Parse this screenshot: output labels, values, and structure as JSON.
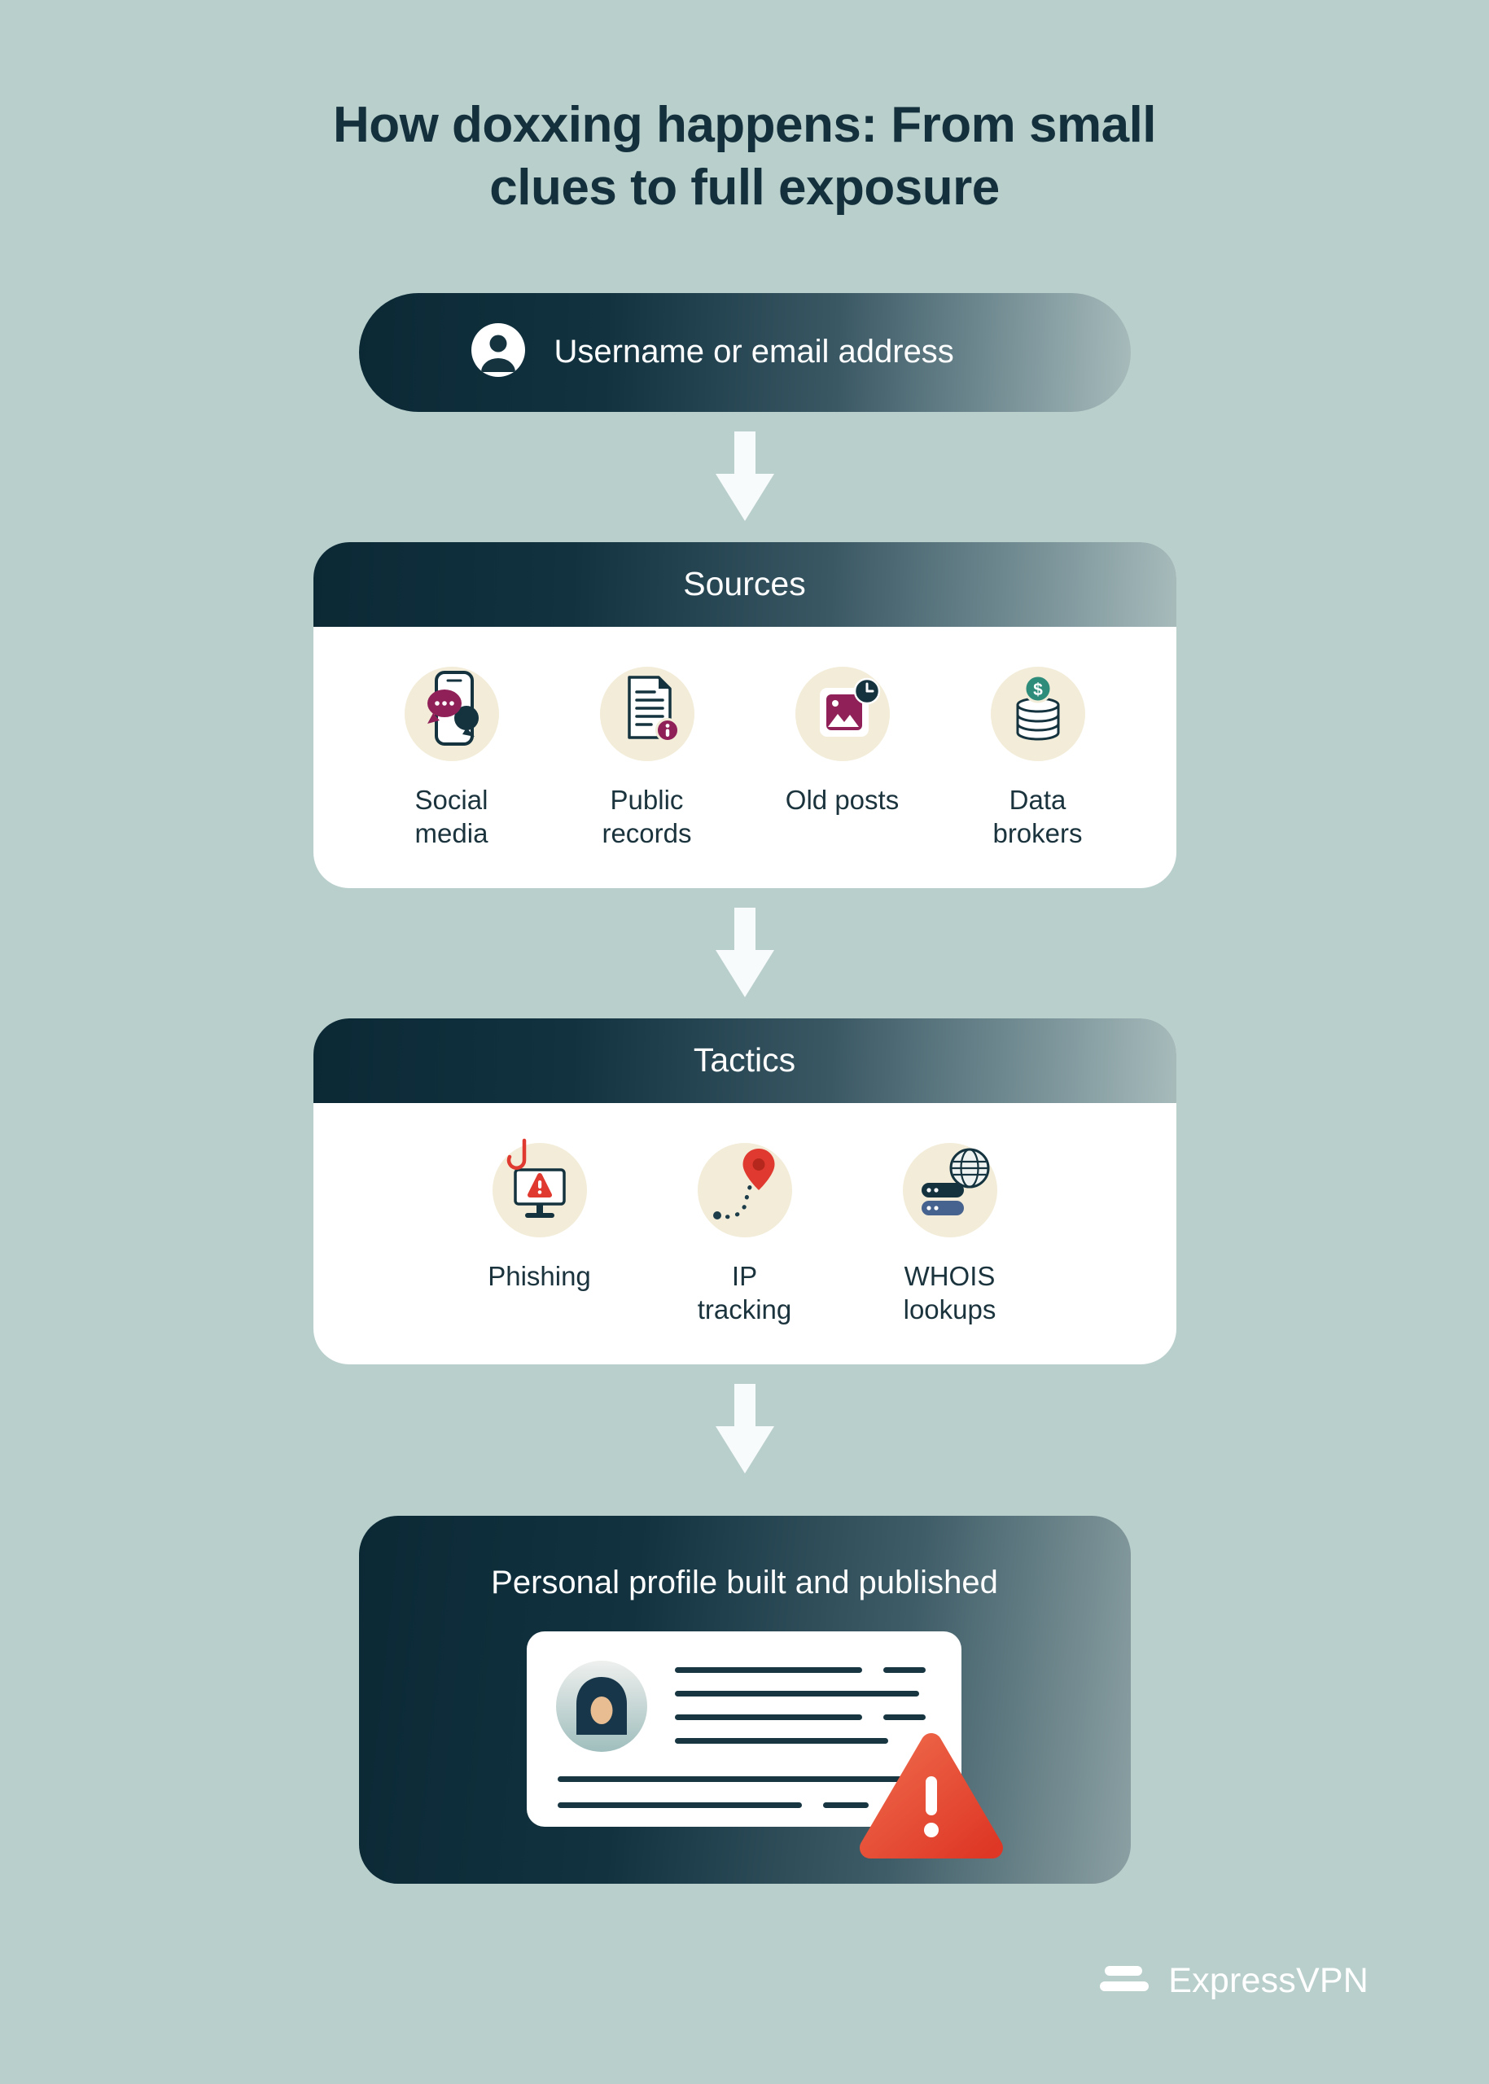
{
  "title": "How doxxing happens: From small clues to full exposure",
  "input_pill": {
    "label": "Username or email address",
    "icon": "user-icon"
  },
  "flow": {
    "arrow_icon": "arrow-down-icon"
  },
  "sources": {
    "header": "Sources",
    "items": [
      {
        "label": "Social media",
        "icon": "social-media-icon"
      },
      {
        "label": "Public records",
        "icon": "public-records-icon"
      },
      {
        "label": "Old posts",
        "icon": "old-posts-icon"
      },
      {
        "label": "Data brokers",
        "icon": "data-brokers-icon"
      }
    ]
  },
  "tactics": {
    "header": "Tactics",
    "items": [
      {
        "label": "Phishing",
        "icon": "phishing-icon"
      },
      {
        "label": "IP tracking",
        "icon": "ip-tracking-icon"
      },
      {
        "label": "WHOIS lookups",
        "icon": "whois-lookups-icon"
      }
    ]
  },
  "result": {
    "title": "Personal profile built and published",
    "icons": [
      "avatar-icon",
      "warning-icon"
    ]
  },
  "footer": {
    "brand": "ExpressVPN",
    "icon": "expressvpn-logo-icon"
  },
  "colors": {
    "background": "#b9cfcc",
    "dark_navy": "#0b2935",
    "gradient_light": "#a7bbbb",
    "card_white": "#ffffff",
    "icon_circle_cream": "#f2ecd8",
    "accent_plum": "#8f2158",
    "alert_red": "#e0392f",
    "coin_teal": "#2e8c7a",
    "title_text": "#14303c"
  }
}
